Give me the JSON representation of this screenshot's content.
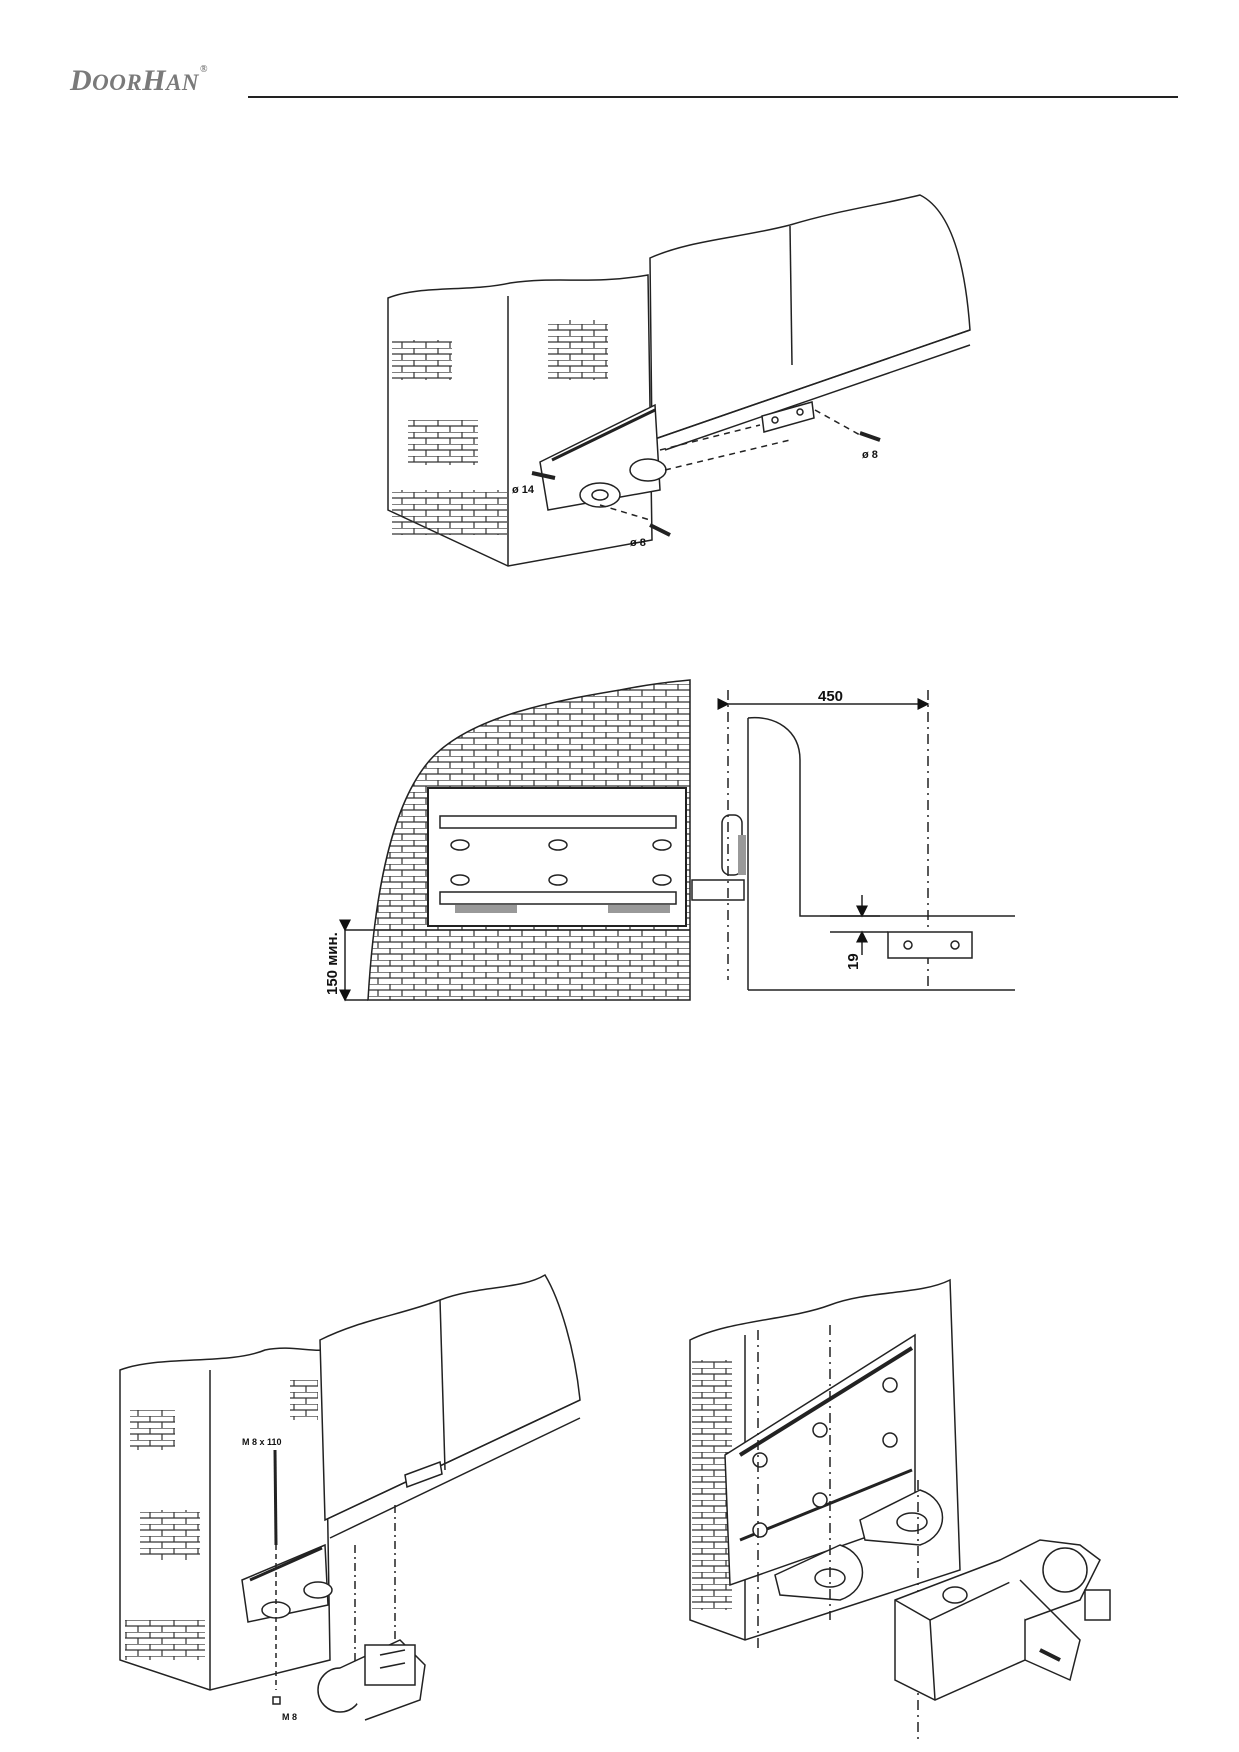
{
  "header": {
    "logo_text_a": "D",
    "logo_text_b": "OOR",
    "logo_text_c": "H",
    "logo_text_d": "AN",
    "logo_mark": "®"
  },
  "figure1": {
    "label_d14": "ø 14",
    "label_d8_front": "ø 8",
    "label_d8_back": "ø 8"
  },
  "figure2": {
    "dim_450": "450",
    "dim_150": "150 мин.",
    "dim_19": "19"
  },
  "figure3": {
    "label_bolt": "M 8 x 110",
    "label_nut": "M 8"
  }
}
